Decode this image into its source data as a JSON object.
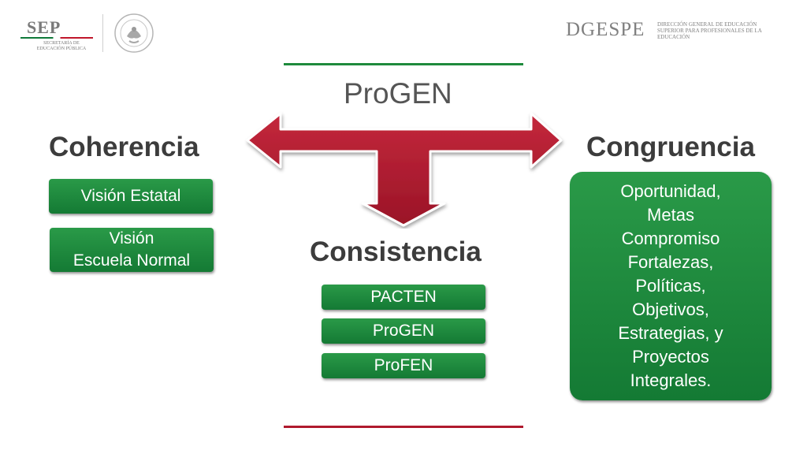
{
  "header": {
    "sep": {
      "main": "SEP",
      "sub": "SECRETARÍA DE EDUCACIÓN PÚBLICA"
    },
    "dgespe": {
      "name": "DGESPE",
      "desc": "DIRECCIÓN GENERAL DE EDUCACIÓN SUPERIOR PARA PROFESIONALES DE LA EDUCACIÓN"
    }
  },
  "diagram": {
    "top_title": "ProGEN",
    "left": {
      "title": "Coherencia",
      "boxes": [
        "Visión Estatal",
        "Visión",
        "Escuela Normal"
      ]
    },
    "center": {
      "title": "Consistencia",
      "boxes": [
        "PACTEN",
        "ProGEN",
        "ProFEN"
      ]
    },
    "right": {
      "title": "Congruencia",
      "lines": [
        "Oportunidad,",
        "Metas",
        "Compromiso",
        "Fortalezas,",
        "Políticas,",
        "Objetivos,",
        "Estrategias, y",
        "Proyectos",
        "Integrales."
      ]
    }
  },
  "colors": {
    "green": "#1b8a3c",
    "red": "#b01a2e",
    "gray_text": "#3c3c3c"
  }
}
